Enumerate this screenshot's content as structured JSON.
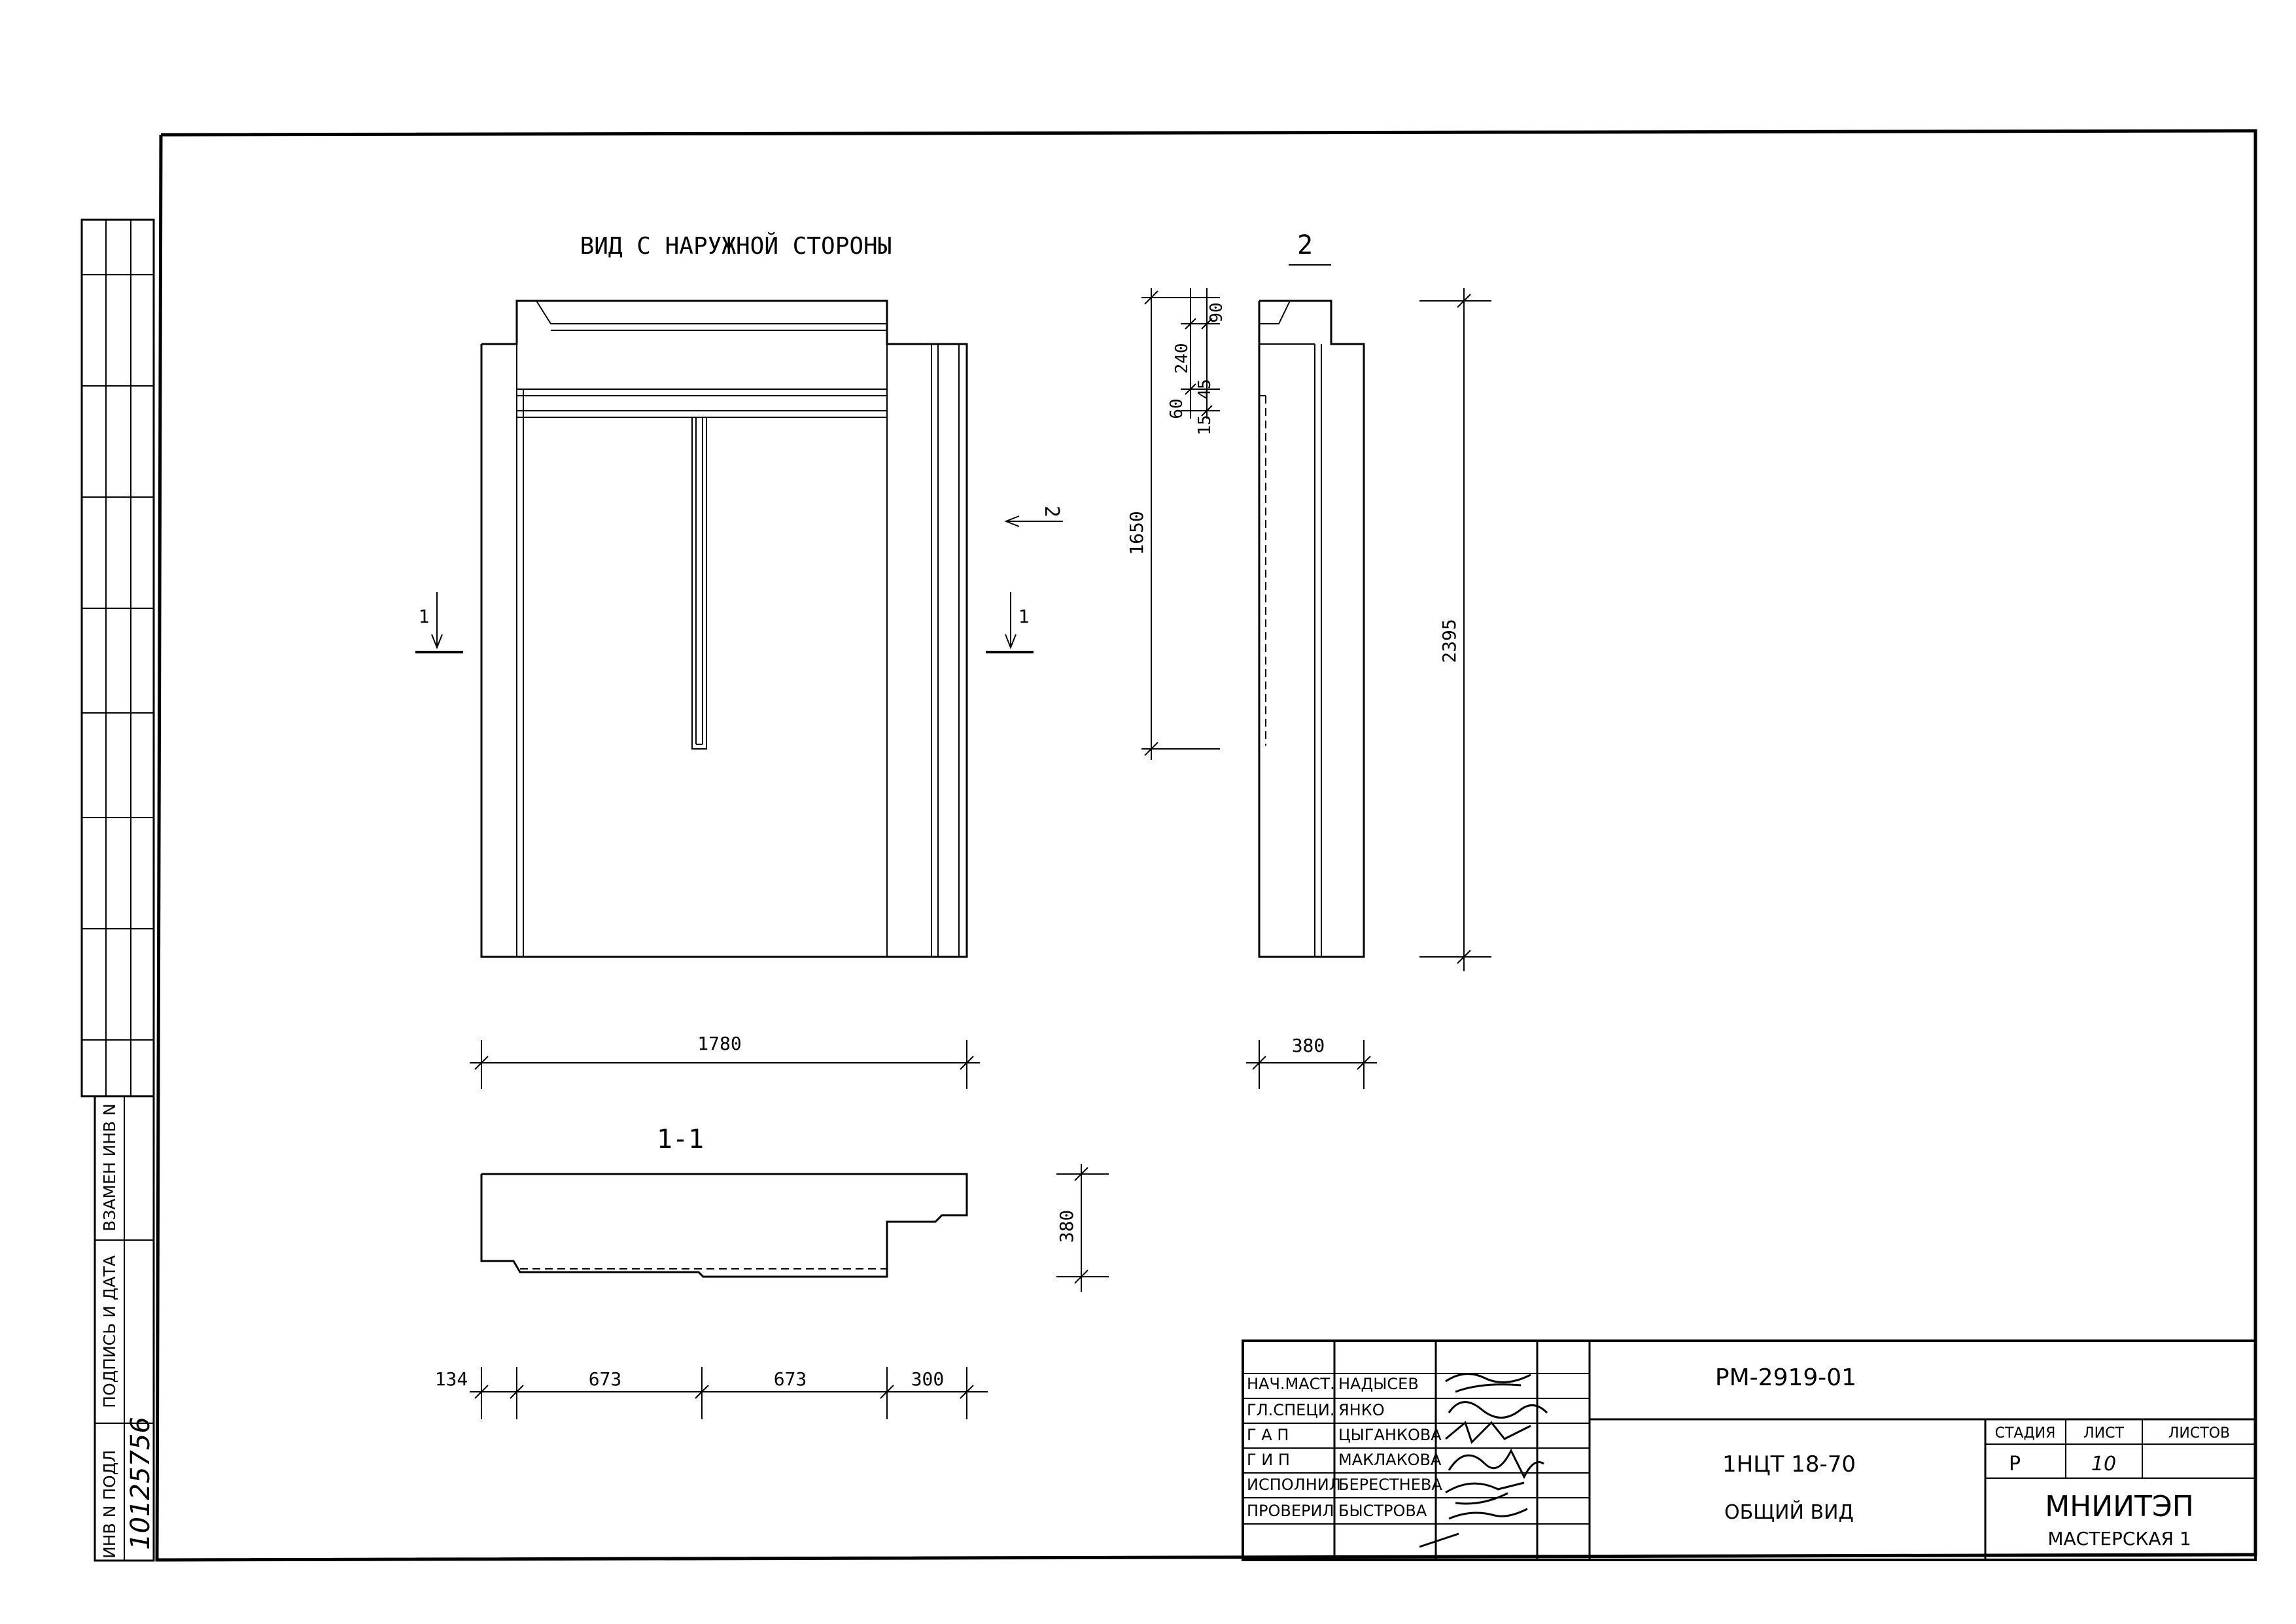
{
  "drawing": {
    "view_title": "ВИД С НАРУЖНОЙ СТОРОНЫ",
    "side_view_label": "2",
    "section_label": "1-1",
    "section_marks": {
      "left": "1",
      "right": "1",
      "arrow2": "2"
    },
    "dimensions": {
      "width": "1780",
      "side_thickness": "380",
      "section_height": "380",
      "opening_height": "1650",
      "total_height": "2395",
      "top_steps": [
        "90",
        "240",
        "60",
        "15",
        "45"
      ],
      "bottom": [
        "134",
        "673",
        "673",
        "300"
      ]
    }
  },
  "left_margin": {
    "replaced_inv": "ВЗАМЕН ИНВ N",
    "signature_date": "ПОДПИСЬ И ДАТА",
    "orig_inv": "ИНВ N ПОДЛ",
    "inv_number": "10125756"
  },
  "title_block": {
    "roles": [
      {
        "role": "НАЧ.МАСТ.",
        "name": "НАДЫСЕВ"
      },
      {
        "role": "ГЛ.СПЕЦИ.",
        "name": "ЯНКО"
      },
      {
        "role": "Г А П",
        "name": "ЦЫГАНКОВА"
      },
      {
        "role": "Г И П",
        "name": "МАКЛАКОВА"
      },
      {
        "role": "ИСПОЛНИЛ",
        "name": "БЕРЕСТНЕВА"
      },
      {
        "role": "ПРОВЕРИЛ",
        "name": "БЫСТРОВА"
      }
    ],
    "code": "РМ-2919-01",
    "product": "1НЦТ 18-70",
    "sheet_title": "ОБЩИЙ ВИД",
    "headers": {
      "stage": "СТАДИЯ",
      "sheet": "ЛИСТ",
      "sheets": "ЛИСТОВ"
    },
    "stage": "Р",
    "sheet": "10",
    "org": "МНИИТЭП",
    "workshop": "МАСТЕРСКАЯ 1"
  }
}
